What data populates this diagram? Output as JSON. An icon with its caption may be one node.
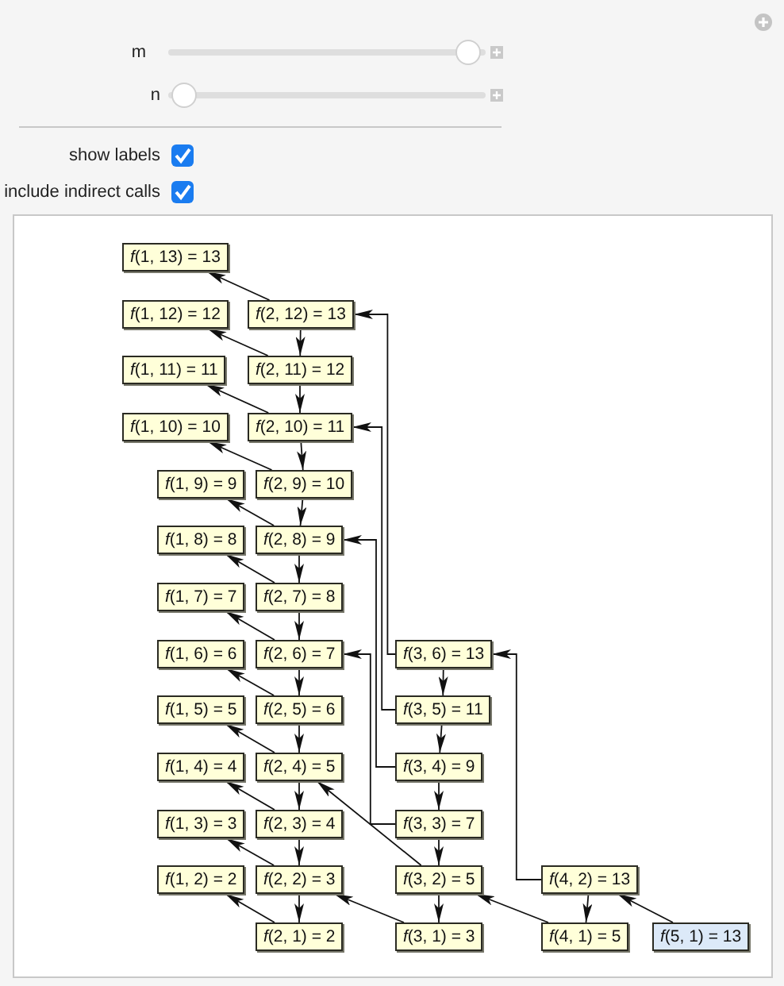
{
  "diagram": {
    "nodes": [
      {
        "text": [
          "*f*(1, 13) = 13"
        ]
      },
      {
        "text": [
          "*f*(1, 12) = 12"
        ]
      },
      {
        "text": [
          "*f*(2, 12) = 13"
        ]
      },
      {
        "text": [
          "*f*(1, 11) = 11"
        ]
      },
      {
        "text": [
          "*f*(2, 11) = 12"
        ]
      },
      {
        "text": [
          "*f*(1, 10) = 10"
        ]
      },
      {
        "text": [
          "*f*(2, 10) = 11"
        ]
      },
      {
        "text": [
          "*f*(1, 9) = 9"
        ]
      },
      {
        "text": [
          "*f*(2, 9) = 10"
        ]
      },
      {
        "text": [
          "*f*(1, 8) = 8"
        ]
      },
      {
        "text": [
          "*f*(2, 8) = 9"
        ]
      },
      {
        "text": [
          "*f*(1, 7) = 7"
        ]
      },
      {
        "text": [
          "*f*(2, 7) = 8"
        ]
      },
      {
        "text": [
          "*f*(1, 6) = 6"
        ]
      },
      {
        "text": [
          "*f*(2, 6) = 7"
        ]
      },
      {
        "text": [
          "*f*(3, 6) = 13"
        ]
      },
      {
        "text": [
          "*f*(1, 5) = 5"
        ]
      },
      {
        "text": [
          "*f*(2, 5) = 6"
        ]
      },
      {
        "text": [
          "*f*(3, 5) = 11"
        ]
      },
      {
        "text": [
          "*f*(1, 4) = 4"
        ]
      },
      {
        "text": [
          "*f*(2, 4) = 5"
        ]
      },
      {
        "text": [
          "*f*(3, 4) = 9"
        ]
      },
      {
        "text": [
          "*f*(1, 3) = 3"
        ]
      },
      {
        "text": [
          "*f*(2, 3) = 4"
        ]
      },
      {
        "text": [
          "*f*(3, 3) = 7"
        ]
      },
      {
        "text": [
          "*f*(1, 2) = 2"
        ]
      },
      {
        "text": [
          "*f*(2, 2) = 3"
        ]
      },
      {
        "text": [
          "*f*(3, 2) = 5"
        ]
      },
      {
        "text": [
          "*f*(4, 2) = 13"
        ]
      },
      {
        "text": [
          "*f*(2, 1) = 2"
        ]
      },
      {
        "text": [
          "*f*(3, 1) = 3"
        ]
      },
      {
        "text": [
          "*f*(4, 1) = 5"
        ]
      },
      {
        "text": [
          "*f*(5, 1) = 13"
        ]
      }
    ],
    "edges": [
      {
        "from": 2,
        "to": 4,
        "arrow": "to"
      },
      {
        "from": 4,
        "to": 6,
        "arrow": "to"
      },
      {
        "from": 6,
        "to": 8,
        "arrow": "to"
      },
      {
        "from": 8,
        "to": 10,
        "arrow": "to"
      },
      {
        "from": 10,
        "to": 12,
        "arrow": "to"
      },
      {
        "from": 12,
        "to": 14,
        "arrow": "to"
      },
      {
        "from": 14,
        "to": 17,
        "arrow": "to"
      },
      {
        "from": 17,
        "to": 20,
        "arrow": "to"
      },
      {
        "from": 20,
        "to": 23,
        "arrow": "to"
      },
      {
        "from": 23,
        "to": 26,
        "arrow": "to"
      },
      {
        "from": 26,
        "to": 29,
        "arrow": "to"
      },
      {
        "from": 2,
        "to": 0,
        "arrow": "to"
      },
      {
        "from": 4,
        "to": 1,
        "arrow": "to"
      },
      {
        "from": 6,
        "to": 3,
        "arrow": "to"
      },
      {
        "from": 8,
        "to": 5,
        "arrow": "to"
      },
      {
        "from": 10,
        "to": 7,
        "arrow": "to"
      },
      {
        "from": 12,
        "to": 9,
        "arrow": "to"
      },
      {
        "from": 14,
        "to": 11,
        "arrow": "to"
      },
      {
        "from": 17,
        "to": 13,
        "arrow": "to"
      },
      {
        "from": 20,
        "to": 16,
        "arrow": "to"
      },
      {
        "from": 23,
        "to": 19,
        "arrow": "to"
      },
      {
        "from": 26,
        "to": 22,
        "arrow": "to"
      },
      {
        "from": 29,
        "to": 25,
        "arrow": "to"
      },
      {
        "from": 15,
        "to": 18,
        "arrow": "to"
      },
      {
        "from": 18,
        "to": 21,
        "arrow": "to"
      },
      {
        "from": 21,
        "to": 24,
        "arrow": "to"
      },
      {
        "from": 24,
        "to": 27,
        "arrow": "to"
      },
      {
        "from": 27,
        "to": 30,
        "arrow": "to"
      },
      {
        "from": 15,
        "to": 2,
        "arrow": "to"
      },
      {
        "from": 18,
        "to": 6,
        "arrow": "to"
      },
      {
        "from": 21,
        "to": 10,
        "arrow": "to"
      },
      {
        "from": 24,
        "to": 14,
        "arrow": "to"
      },
      {
        "from": 27,
        "to": 20,
        "arrow": "to"
      },
      {
        "from": 30,
        "to": 26,
        "arrow": "to"
      },
      {
        "from": 28,
        "to": 31,
        "arrow": "to"
      },
      {
        "from": 28,
        "to": 15,
        "arrow": "to"
      },
      {
        "from": 31,
        "to": 27,
        "arrow": "to"
      },
      {
        "from": 32,
        "to": 28,
        "arrow": "to"
      }
    ],
    "labels": [
      "m",
      "n",
      "show labels",
      "include indirect calls"
    ]
  }
}
